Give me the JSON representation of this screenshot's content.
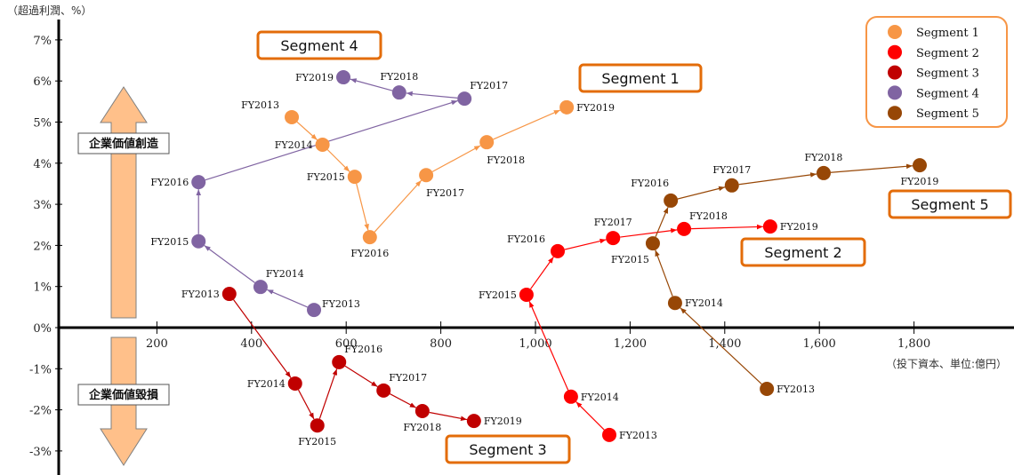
{
  "chart_data": {
    "type": "scatter",
    "title": "",
    "ylabel": "（超過利潤、%）",
    "xlabel": "（投下資本、単位:億円）",
    "xlim": [
      0,
      1950
    ],
    "ylim": [
      -3.3,
      7.4
    ],
    "x_ticks": [
      200,
      400,
      600,
      800,
      1000,
      1200,
      1400,
      1600,
      1800
    ],
    "x_tick_labels": [
      "200",
      "400",
      "600",
      "800",
      "1,000",
      "1,200",
      "1,400",
      "1,600",
      "1,800"
    ],
    "y_ticks": [
      7,
      6,
      5,
      4,
      3,
      2,
      1,
      0,
      -1,
      -2,
      -3
    ],
    "y_tick_labels": [
      "7%",
      "6%",
      "5%",
      "4%",
      "3%",
      "2%",
      "1%",
      "0%",
      "-1%",
      "-2%",
      "-3%"
    ],
    "grid": false,
    "legend_position": "top-right",
    "arrows": {
      "up_label": "企業価値創造",
      "down_label": "企業価値毀損",
      "fill": "#FFC08A"
    },
    "series": [
      {
        "name": "Segment 1",
        "color": "#F79646",
        "callout": "Segment 1",
        "points": [
          {
            "label": "FY2013",
            "x": 485,
            "y": 5.12,
            "pos": "left-up"
          },
          {
            "label": "FY2014",
            "x": 550,
            "y": 4.45,
            "pos": "left"
          },
          {
            "label": "FY2015",
            "x": 618,
            "y": 3.67,
            "pos": "left"
          },
          {
            "label": "FY2016",
            "x": 650,
            "y": 2.2,
            "pos": "below"
          },
          {
            "label": "FY2017",
            "x": 769,
            "y": 3.71,
            "pos": "below-right"
          },
          {
            "label": "FY2018",
            "x": 897,
            "y": 4.51,
            "pos": "below-right"
          },
          {
            "label": "FY2019",
            "x": 1066,
            "y": 5.36,
            "pos": "right"
          }
        ]
      },
      {
        "name": "Segment 2",
        "color": "#FF0000",
        "callout": "Segment 2",
        "points": [
          {
            "label": "FY2013",
            "x": 1156,
            "y": -2.61,
            "pos": "right"
          },
          {
            "label": "FY2014",
            "x": 1075,
            "y": -1.68,
            "pos": "right"
          },
          {
            "label": "FY2015",
            "x": 981,
            "y": 0.8,
            "pos": "left"
          },
          {
            "label": "FY2016",
            "x": 1047,
            "y": 1.86,
            "pos": "left-up"
          },
          {
            "label": "FY2017",
            "x": 1164,
            "y": 2.18,
            "pos": "above"
          },
          {
            "label": "FY2018",
            "x": 1314,
            "y": 2.4,
            "pos": "above-right"
          },
          {
            "label": "FY2019",
            "x": 1496,
            "y": 2.46,
            "pos": "right"
          }
        ]
      },
      {
        "name": "Segment 3",
        "color": "#C00000",
        "callout": "Segment 3",
        "points": [
          {
            "label": "FY2013",
            "x": 353,
            "y": 0.82,
            "pos": "left"
          },
          {
            "label": "FY2014",
            "x": 492,
            "y": -1.36,
            "pos": "left"
          },
          {
            "label": "FY2015",
            "x": 539,
            "y": -2.38,
            "pos": "below"
          },
          {
            "label": "FY2016",
            "x": 585,
            "y": -0.84,
            "pos": "above-right"
          },
          {
            "label": "FY2017",
            "x": 679,
            "y": -1.53,
            "pos": "above-right"
          },
          {
            "label": "FY2018",
            "x": 761,
            "y": -2.03,
            "pos": "below"
          },
          {
            "label": "FY2019",
            "x": 870,
            "y": -2.27,
            "pos": "right"
          }
        ]
      },
      {
        "name": "Segment 4",
        "color": "#8064A2",
        "callout": "Segment 4",
        "points": [
          {
            "label": "FY2013",
            "x": 532,
            "y": 0.43,
            "pos": "right-up"
          },
          {
            "label": "FY2014",
            "x": 419,
            "y": 0.99,
            "pos": "above-right"
          },
          {
            "label": "FY2015",
            "x": 288,
            "y": 2.1,
            "pos": "left"
          },
          {
            "label": "FY2016",
            "x": 288,
            "y": 3.54,
            "pos": "left"
          },
          {
            "label": "FY2017",
            "x": 850,
            "y": 5.57,
            "pos": "above-right"
          },
          {
            "label": "FY2018",
            "x": 712,
            "y": 5.72,
            "pos": "above"
          },
          {
            "label": "FY2019",
            "x": 594,
            "y": 6.09,
            "pos": "left"
          }
        ]
      },
      {
        "name": "Segment 5",
        "color": "#974706",
        "callout": "Segment 5",
        "points": [
          {
            "label": "FY2013",
            "x": 1489,
            "y": -1.49,
            "pos": "right"
          },
          {
            "label": "FY2014",
            "x": 1295,
            "y": 0.6,
            "pos": "right"
          },
          {
            "label": "FY2015",
            "x": 1248,
            "y": 2.05,
            "pos": "below-left"
          },
          {
            "label": "FY2016",
            "x": 1286,
            "y": 3.09,
            "pos": "above-left"
          },
          {
            "label": "FY2017",
            "x": 1415,
            "y": 3.46,
            "pos": "above"
          },
          {
            "label": "FY2018",
            "x": 1609,
            "y": 3.76,
            "pos": "above"
          },
          {
            "label": "FY2019",
            "x": 1812,
            "y": 3.95,
            "pos": "below"
          }
        ]
      }
    ],
    "callout_border_color": "#E36C09",
    "legend_border_color": "#F79646"
  }
}
